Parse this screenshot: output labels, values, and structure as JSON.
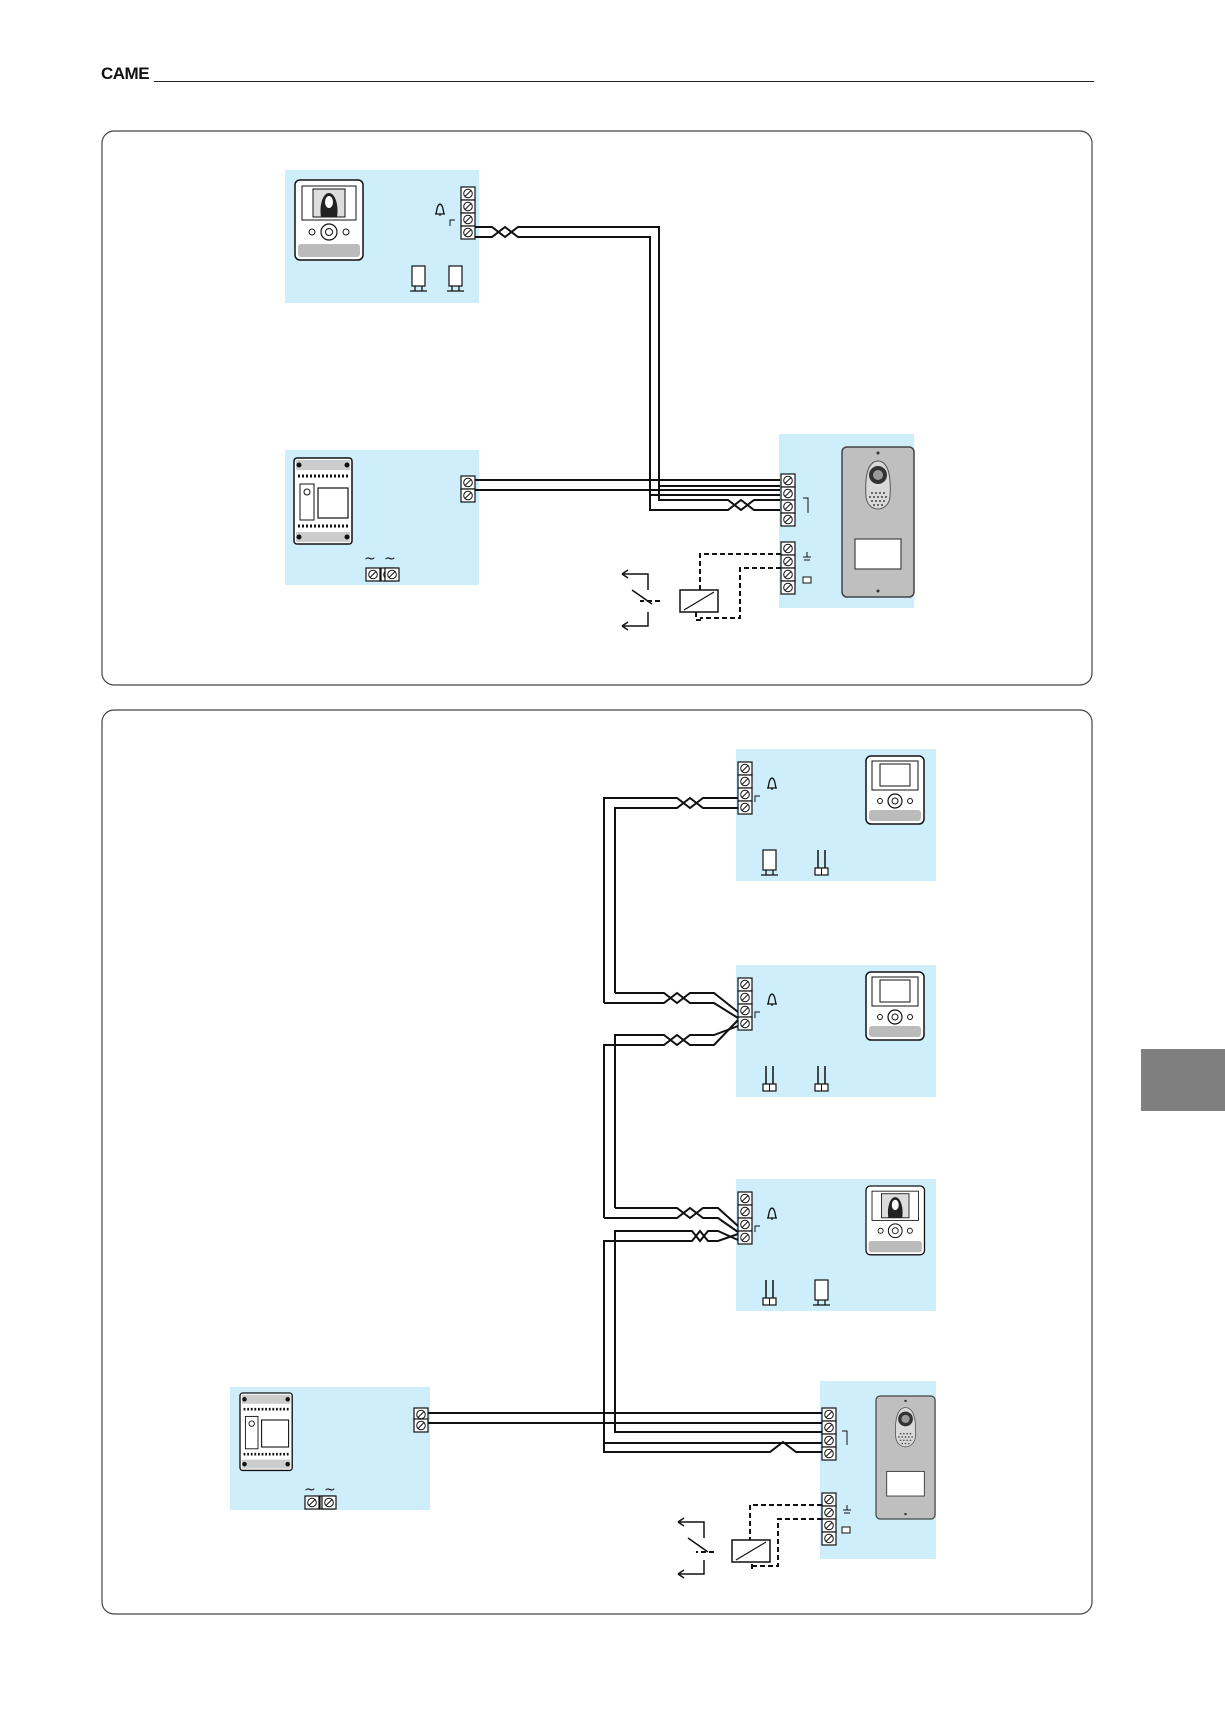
{
  "header": {
    "brand": "CAME"
  },
  "colors": {
    "panel_fill": "#cfeefb",
    "wire": "#111111",
    "frame": "#444444",
    "side_tab": "#7f7f7f",
    "device_fill": "#ffffff",
    "door_panel_fill": "#bfbfbf"
  },
  "icons": {
    "bell": "bell-icon",
    "ac": "ac-tilde-icon",
    "lock": "lock-icon",
    "relay": "relay-icon",
    "switch": "switch-icon",
    "jumper": "jumper-icon"
  },
  "diagrams": [
    {
      "name": "single-monitor-installation",
      "monitors": 1,
      "power_supplies": 1,
      "door_panels": 1
    },
    {
      "name": "three-monitor-installation",
      "monitors": 3,
      "power_supplies": 1,
      "door_panels": 1
    }
  ]
}
